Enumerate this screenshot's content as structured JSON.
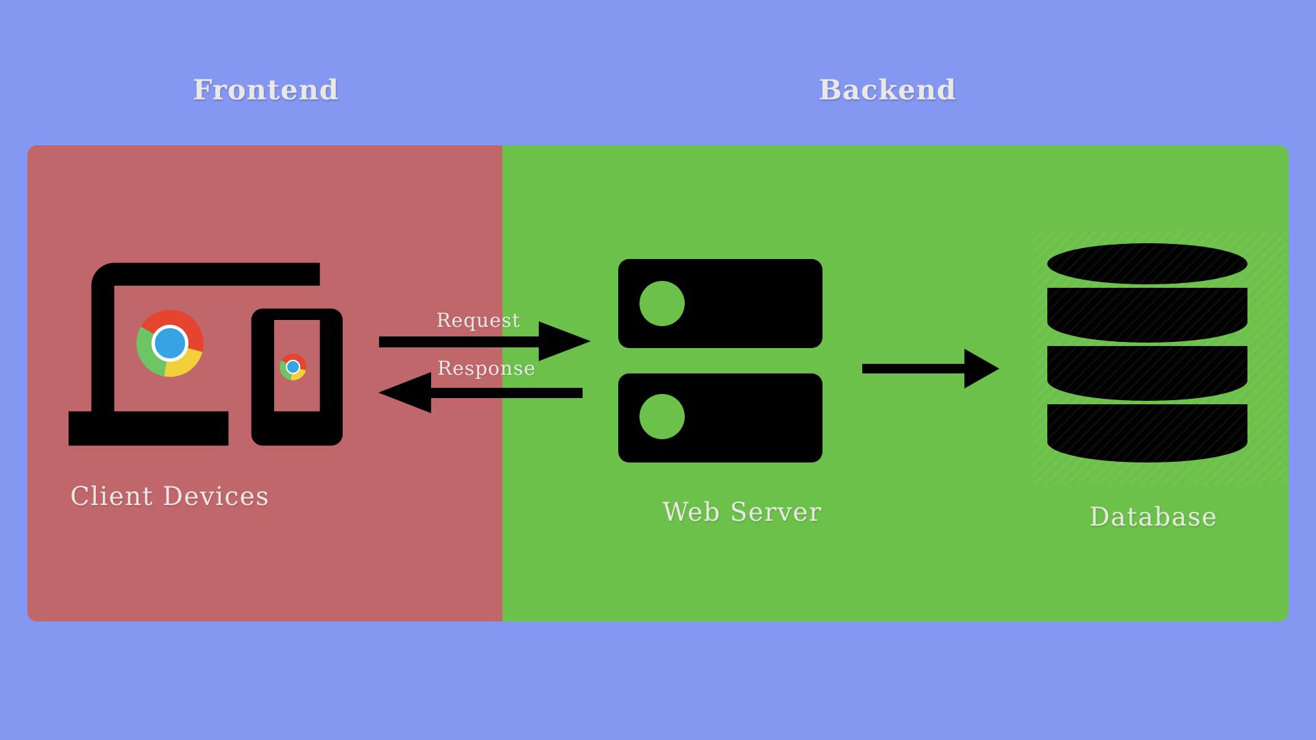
{
  "diagram": {
    "background_color": "#8497f1",
    "sections": [
      {
        "id": "frontend",
        "label": "Frontend",
        "panel_color": "#c0676c"
      },
      {
        "id": "backend",
        "label": "Backend",
        "panel_color": "#6cc14b"
      }
    ],
    "nodes": [
      {
        "id": "client-devices",
        "label": "Client Devices",
        "icon": "laptop-and-phone-devices-icon",
        "section": "frontend"
      },
      {
        "id": "web-server",
        "label": "Web Server",
        "icon": "server-stack-icon",
        "section": "backend"
      },
      {
        "id": "database",
        "label": "Database",
        "icon": "database-cylinder-icon",
        "section": "backend"
      }
    ],
    "arrows": [
      {
        "id": "request",
        "label": "Request",
        "from": "client-devices",
        "to": "web-server",
        "direction": "right"
      },
      {
        "id": "response",
        "label": "Response",
        "from": "web-server",
        "to": "client-devices",
        "direction": "left"
      },
      {
        "id": "server-to-database",
        "label": "",
        "from": "web-server",
        "to": "database",
        "direction": "right"
      }
    ],
    "colors": {
      "icon_black": "#000000",
      "text": "#eae8e4",
      "server_led_green": "#6cc14b",
      "chrome_red": "#e5452e",
      "chrome_yellow": "#f2d03c",
      "chrome_green": "#6ec564",
      "chrome_blue": "#37a3e2"
    }
  }
}
